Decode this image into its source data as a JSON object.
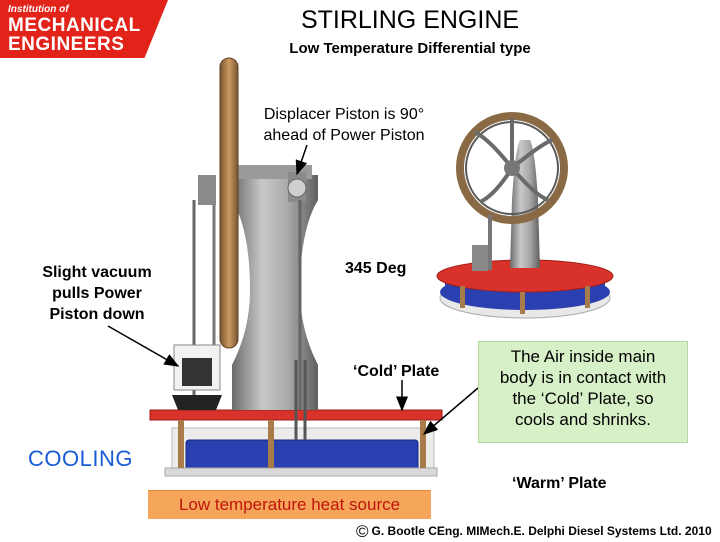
{
  "logo": {
    "line1": "Institution of",
    "line2": "MECHANICAL",
    "line3": "ENGINEERS"
  },
  "header": {
    "title": "STIRLING ENGINE",
    "subtitle": "Low Temperature Differential type"
  },
  "annotations": {
    "displacer_line1": "Displacer Piston is 90°",
    "displacer_line2": "ahead of Power Piston",
    "vacuum_line1": "Slight vacuum",
    "vacuum_line2": "pulls Power",
    "vacuum_line3": "Piston down",
    "angle": "345 Deg",
    "cold_plate": "‘Cold’ Plate",
    "warm_plate": "‘Warm’ Plate",
    "cooling": "COOLING",
    "heat_source": "Low temperature heat source"
  },
  "info_box": {
    "line1": "The Air inside main",
    "line2": "body is in contact with",
    "line3": "the ‘Cold’ Plate, so",
    "line4": "cools and shrinks."
  },
  "footer": {
    "symbol": "©",
    "copyright": "G. Bootle CEng. MIMech.E. Delphi Diesel Systems Ltd. 2010"
  },
  "colors": {
    "logo_red": "#e2231a",
    "cooling_blue": "#1a5bd6",
    "heat_orange": "#f5a65b",
    "heat_text_red": "#c0140c",
    "info_green": "#d8f0c8",
    "plate_red": "#d9322b",
    "chamber_blue": "#2a3fb0",
    "wheel_brown": "#a87b4a"
  }
}
